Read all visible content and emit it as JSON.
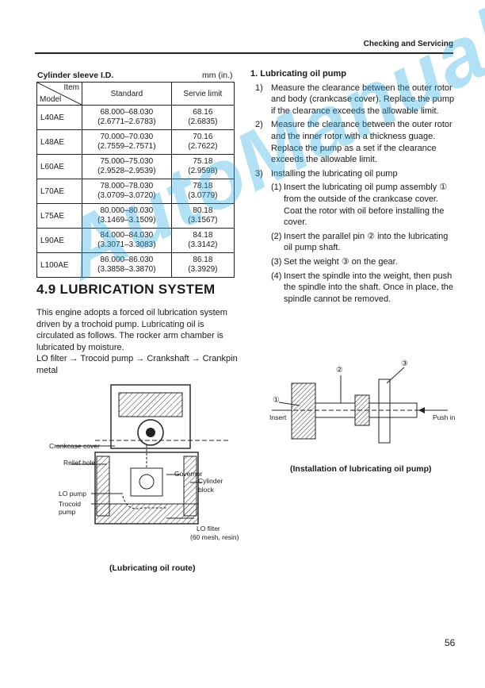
{
  "header": {
    "title": "Checking and Servicing"
  },
  "sleeve_table": {
    "caption": "Cylinder sleeve I.D.",
    "unit": "mm (in.)",
    "corner_item": "Item",
    "corner_model": "Model",
    "col_standard": "Standard",
    "col_limit": "Servie limit",
    "rows": [
      {
        "model": "L40AE",
        "std1": "68.000–68.030",
        "std2": "(2.6771–2.6783)",
        "lim1": "68.16",
        "lim2": "(2.6835)"
      },
      {
        "model": "L48AE",
        "std1": "70.000–70.030",
        "std2": "(2.7559–2.7571)",
        "lim1": "70.16",
        "lim2": "(2.7622)"
      },
      {
        "model": "L60AE",
        "std1": "75.000–75.030",
        "std2": "(2.9528–2.9539)",
        "lim1": "75.18",
        "lim2": "(2.9598)"
      },
      {
        "model": "L70AE",
        "std1": "78.000–78.030",
        "std2": "(3.0709–3.0720)",
        "lim1": "78.18",
        "lim2": "(3.0779)"
      },
      {
        "model": "L75AE",
        "std1": "80.000–80.030",
        "std2": "(3.1469–3.1509)",
        "lim1": "80.18",
        "lim2": "(3.1567)"
      },
      {
        "model": "L90AE",
        "std1": "84.000–84.030",
        "std2": "(3.3071–3.3083)",
        "lim1": "84.18",
        "lim2": "(3.3142)"
      },
      {
        "model": "L100AE",
        "std1": "86.000–86.030",
        "std2": "(3.3858–3.3870)",
        "lim1": "86.18",
        "lim2": "(3.3929)"
      }
    ]
  },
  "section": {
    "title": "4.9 LUBRICATION SYSTEM",
    "intro": "This engine adopts a forced oil lubrication system driven by a trochoid pump. Lubricating oil is circulated as follows. The rocker arm chamber is lubricated by moisture.",
    "flow": "LO filter → Trocoid pump → Crankshaft → Crankpin metal"
  },
  "pump": {
    "heading": "1. Lubricating oil pump",
    "steps": [
      {
        "num": "1)",
        "text": "Measure the clearance between the outer rotor and body (crankcase cover). Replace the pump if the clearance exceeds the allowable limit."
      },
      {
        "num": "2)",
        "text": "Measure the clearance between the outer rotor and the inner rotor with a thickness guage. Replace the pump as a set if the clearance exceeds the allowable limit."
      },
      {
        "num": "3)",
        "text": "Installing the lubricating oil pump"
      }
    ],
    "substeps": [
      {
        "num": "(1)",
        "text": "Insert the lubricating oil pump assembly ① from the outside of the crankcase cover. Coat the rotor with oil before installing the cover."
      },
      {
        "num": "(2)",
        "text": "Insert the parallel pin ② into the lubricating oil pump shaft."
      },
      {
        "num": "(3)",
        "text": "Set the weight ③ on the gear."
      },
      {
        "num": "(4)",
        "text": "Insert the spindle into the weight, then push the spindle into the shaft. Once in place, the spindle cannot be removed."
      }
    ]
  },
  "figure_left": {
    "caption": "(Lubricating oil route)",
    "labels": {
      "crankcase_cover": "Crankcase cover",
      "relief_hole": "Relief hole",
      "governor": "Governor",
      "cylinder_block_1": "Cylinder",
      "cylinder_block_2": "block",
      "lo_pump": "LO pump",
      "trocoid_pump_1": "Trocoid",
      "trocoid_pump_2": "pump",
      "lo_filter": "LO filter",
      "mesh": "(60 mesh, resin)"
    }
  },
  "figure_right": {
    "caption": "(Installation of lubricating oil pump)",
    "labels": {
      "insert": "Insert",
      "push_in": "Push in",
      "n1": "①",
      "n2": "②",
      "n3": "③"
    }
  },
  "watermark": "AutoManual",
  "page_number": "56"
}
